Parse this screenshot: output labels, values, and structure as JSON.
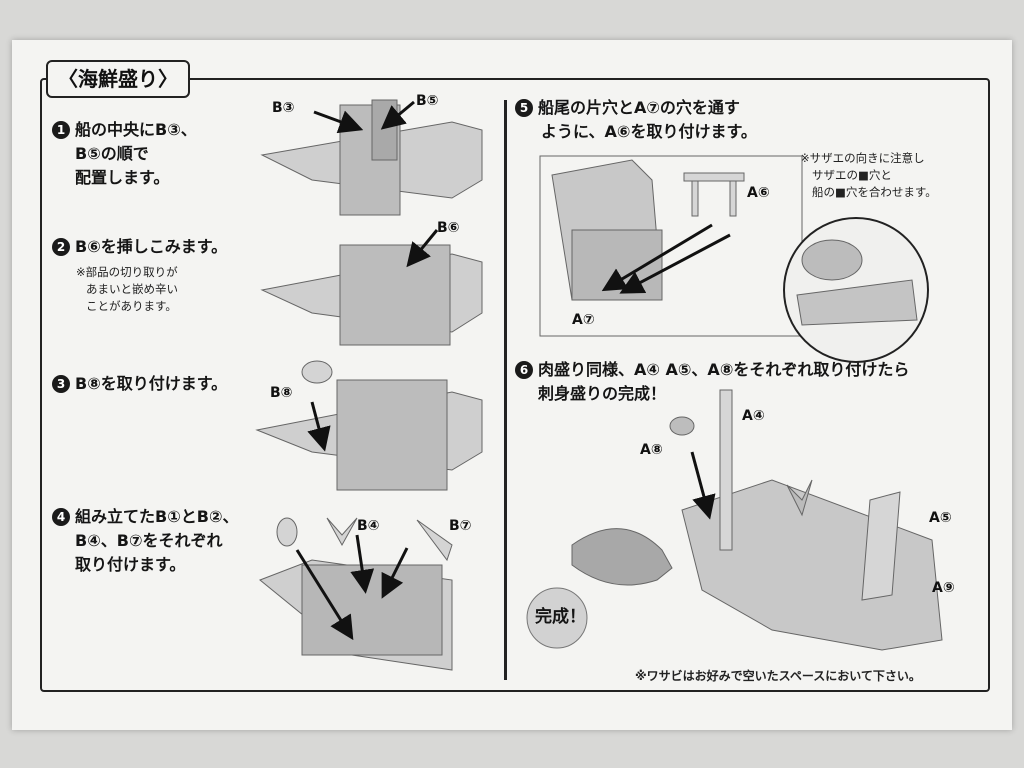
{
  "title": "〈海鮮盛り〉",
  "steps": [
    {
      "num": "1",
      "lines": [
        "船の中央にB③、",
        "B⑤の順で",
        "配置します。"
      ]
    },
    {
      "num": "2",
      "lines": [
        "B⑥を挿しこみます。"
      ],
      "note": [
        "※部品の切り取りが",
        "あまいと嵌め辛い",
        "ことがあります。"
      ]
    },
    {
      "num": "3",
      "lines": [
        "B⑧を取り付けます。"
      ]
    },
    {
      "num": "4",
      "lines": [
        "組み立てたB①とB②、",
        "B④、B⑦をそれぞれ",
        "取り付けます。"
      ]
    },
    {
      "num": "5",
      "lines": [
        "船尾の片穴とA⑦の穴を通す",
        "ように、A⑥を取り付けます。"
      ],
      "note": [
        "※サザエの向きに注意し",
        "サザエの■穴と",
        "船の■穴を合わせます。"
      ]
    },
    {
      "num": "6",
      "lines": [
        "肉盛り同様、A④ A⑤、A⑧をそれぞれ取り付けたら",
        "刺身盛りの完成！"
      ]
    }
  ],
  "labels": {
    "b3": "B③",
    "b5": "B⑤",
    "b6": "B⑥",
    "b8": "B⑧",
    "b4": "B④",
    "b7": "B⑦",
    "a6": "A⑥",
    "a7": "A⑦",
    "a4": "A④",
    "a8": "A⑧",
    "a5": "A⑤",
    "a9": "A⑨"
  },
  "complete": "完成！",
  "footer_note": "※ワサビはお好みで空いたスペースにおいて下さい。"
}
